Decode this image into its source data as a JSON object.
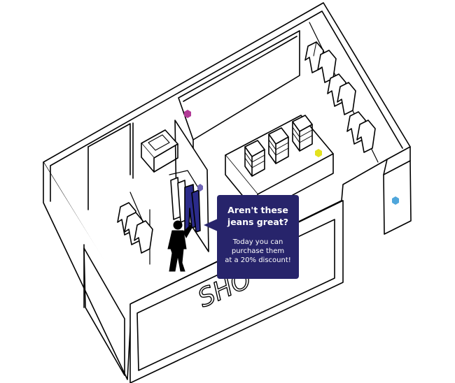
{
  "scene": {
    "sign_text": "SHO",
    "colors": {
      "outline": "#000000",
      "fill": "#ffffff",
      "bubble": "#27246b",
      "jeans": "#2b2b8a",
      "sensor_magenta": "#b23a97",
      "sensor_yellow": "#e4e21e",
      "sensor_blue": "#4fa6db",
      "sensor_purple": "#6e63b5"
    },
    "icons": [
      "person-icon",
      "shirt-icon",
      "jeans-icon",
      "sensor-icon",
      "clothes-rack-icon"
    ]
  },
  "bubble": {
    "headline": "Aren't these\njeans great?",
    "body": "Today you can\npurchase them\nat a 20% discount!"
  }
}
